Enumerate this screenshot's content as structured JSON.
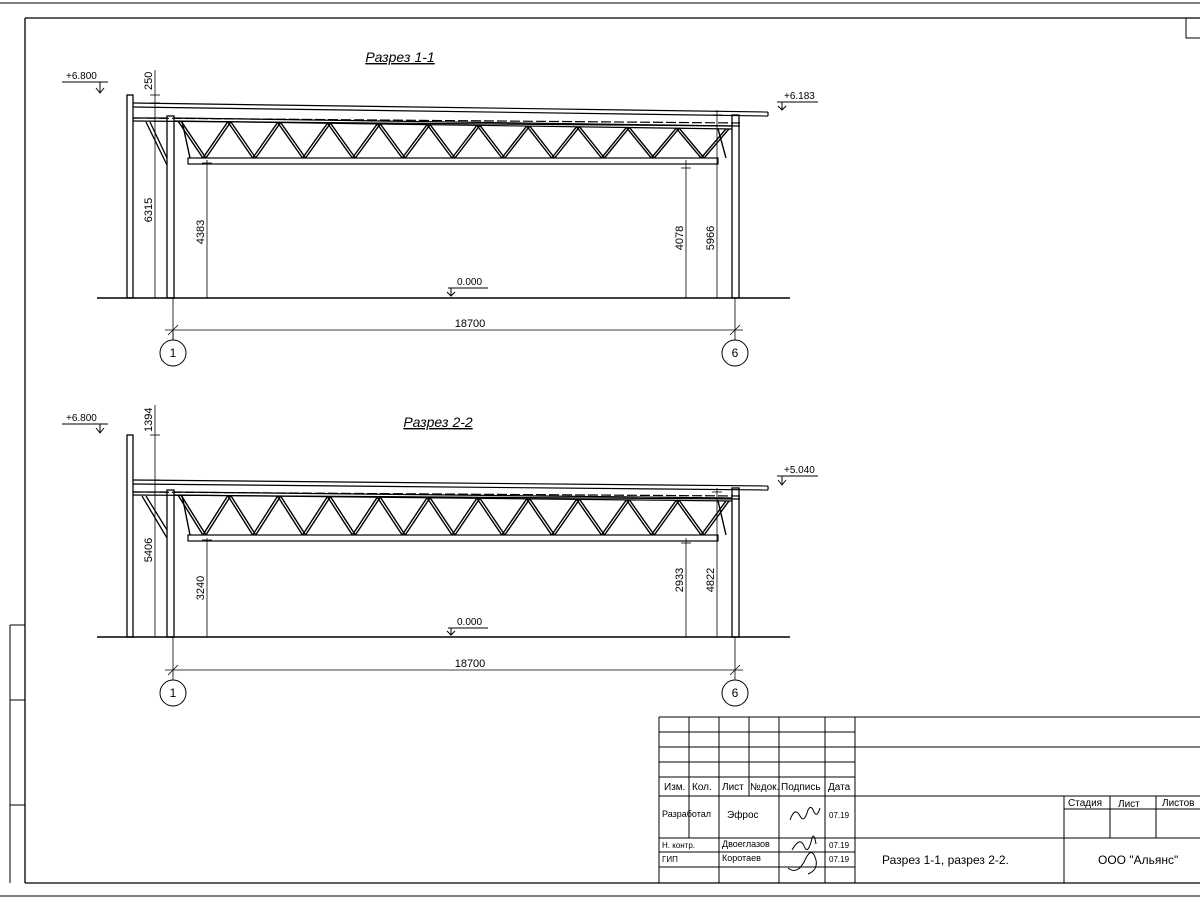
{
  "sections": [
    {
      "title": "Разрез 1-1",
      "level_top_left": "+6.800",
      "level_top_right": "+6.183",
      "level_ground": "0.000",
      "dim_gap": "250",
      "dim_left_col": "6315",
      "dim_left_clear": "4383",
      "dim_right_clear": "4078",
      "dim_right_col": "5966",
      "span": "18700",
      "axis_left": "1",
      "axis_right": "6"
    },
    {
      "title": "Разрез 2-2",
      "level_top_left": "+6.800",
      "level_top_right": "+5.040",
      "level_ground": "0.000",
      "dim_gap": "1394",
      "dim_left_col": "5406",
      "dim_left_clear": "3240",
      "dim_right_clear": "2933",
      "dim_right_col": "4822",
      "span": "18700",
      "axis_left": "1",
      "axis_right": "6"
    }
  ],
  "title_block": {
    "headers": [
      "Изм.",
      "Кол.",
      "Лист",
      "№док.",
      "Подпись",
      "Дата"
    ],
    "row_developed": {
      "role": "Разработал",
      "name": "Эфрос",
      "date": "07.19"
    },
    "row_norm": {
      "role": "Н. контр.",
      "name": "Двоеглазов",
      "date": "07.19"
    },
    "row_gip": {
      "role": "ГИП",
      "name": "Коротаев",
      "date": "07.19"
    },
    "stage_label": "Стадия",
    "sheet_label": "Лист",
    "sheets_label": "Листов",
    "drawing_title": "Разрез 1-1, разрез 2-2.",
    "company": "ООО \"Альянс\""
  }
}
